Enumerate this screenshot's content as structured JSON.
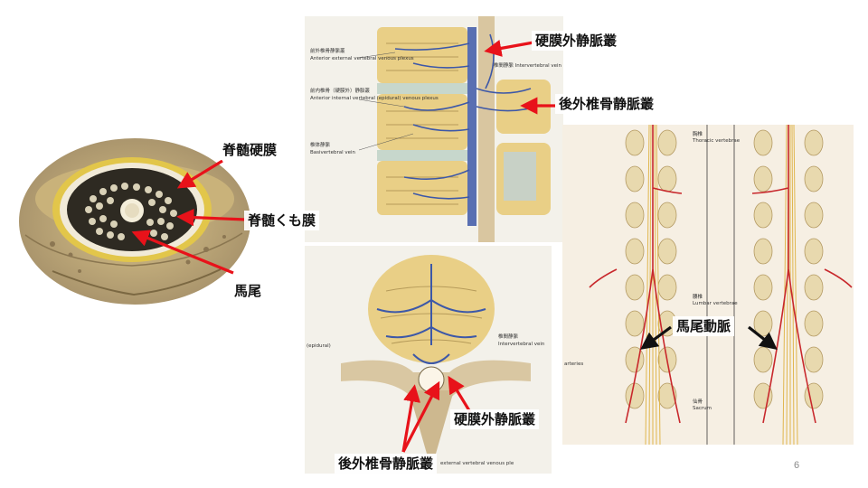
{
  "slide": {
    "page_number": "6",
    "labels": {
      "dura": "脊髄硬膜",
      "arachnoid": "脊髄くも膜",
      "cauda": "馬尾",
      "epidural_plexus_top": "硬膜外静脈叢",
      "posterior_plexus_top": "後外椎骨静脈叢",
      "epidural_plexus_bottom": "硬膜外静脈叢",
      "posterior_plexus_bottom": "後外椎骨静脈叢",
      "cauda_artery": "馬尾動脈"
    },
    "atlas_text": {
      "sagittal_ext_jp": "前外椎骨静脈叢",
      "sagittal_ext_en": "Anterior external vertebral venous plexus",
      "sagittal_int_jp": "前内椎骨（硬膜外）静脈叢",
      "sagittal_int_en": "Anterior internal vertebral (epidural) venous plexus",
      "sagittal_basi_jp": "椎体静脈",
      "sagittal_basi_en": "Basivertebral vein",
      "sagittal_inter": "椎間静脈 Intervertebral vein",
      "axial_inter_jp": "椎間静脈",
      "axial_inter_en": "Intervertebral vein",
      "axial_left": "(epidural)",
      "axial_bottom": "external vertebral venous ple",
      "artery_thoracic_jp": "胸椎",
      "artery_thoracic_en": "Thoracic vertebrae",
      "artery_lumbar_jp": "腰椎",
      "artery_lumbar_en": "Lumbar vertebrae",
      "artery_sacrum_jp": "仙骨",
      "artery_sacrum_en": "Sacrum",
      "artery_left_note": "arteries"
    }
  },
  "colors": {
    "arrow_red": "#e8121a",
    "arrow_black": "#111111",
    "bone": "#e8cf8a",
    "vein_blue": "#3d58a8",
    "artery_red": "#c8282c",
    "nerve_yellow": "#e8c060"
  }
}
